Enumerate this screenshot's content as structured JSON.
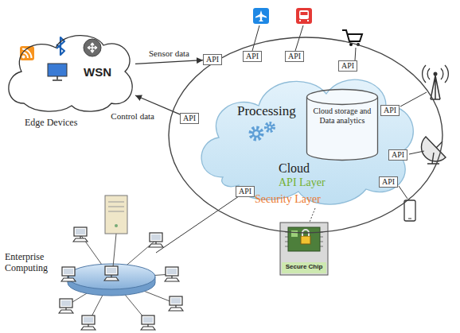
{
  "diagram": {
    "nodes": [
      {
        "text": [
          "WSN",
          "Edge Devices"
        ]
      },
      {
        "text": [
          "API Layer",
          "Security Layer"
        ]
      },
      {
        "text": [
          "Processing",
          "Cloud"
        ],
        "in": 1
      },
      {
        "text": [
          "Cloud storage and Data analytics"
        ],
        "in": 2
      },
      {
        "text": [
          "API"
        ],
        "in": 1
      },
      {
        "text": [
          "API"
        ],
        "in": 1
      },
      {
        "text": [
          "API"
        ],
        "in": 1
      },
      {
        "text": [
          "API"
        ],
        "in": 1
      },
      {
        "text": [
          "API"
        ],
        "in": 1
      },
      {
        "text": [
          "API"
        ],
        "in": 1
      },
      {
        "text": [
          "API"
        ],
        "in": 1
      },
      {
        "text": [
          "API"
        ],
        "in": 1
      },
      {
        "text": [
          "API"
        ],
        "in": 1
      },
      {
        "text": [
          "Secure Chip"
        ]
      }
    ],
    "edges": [
      {
        "from": 0,
        "to": 4,
        "label": "Sensor data",
        "arrow": "to"
      },
      {
        "from": 8,
        "to": 0,
        "label": "Control data",
        "arrow": "to"
      }
    ],
    "labels": [
      "Enterprise Computing"
    ]
  }
}
